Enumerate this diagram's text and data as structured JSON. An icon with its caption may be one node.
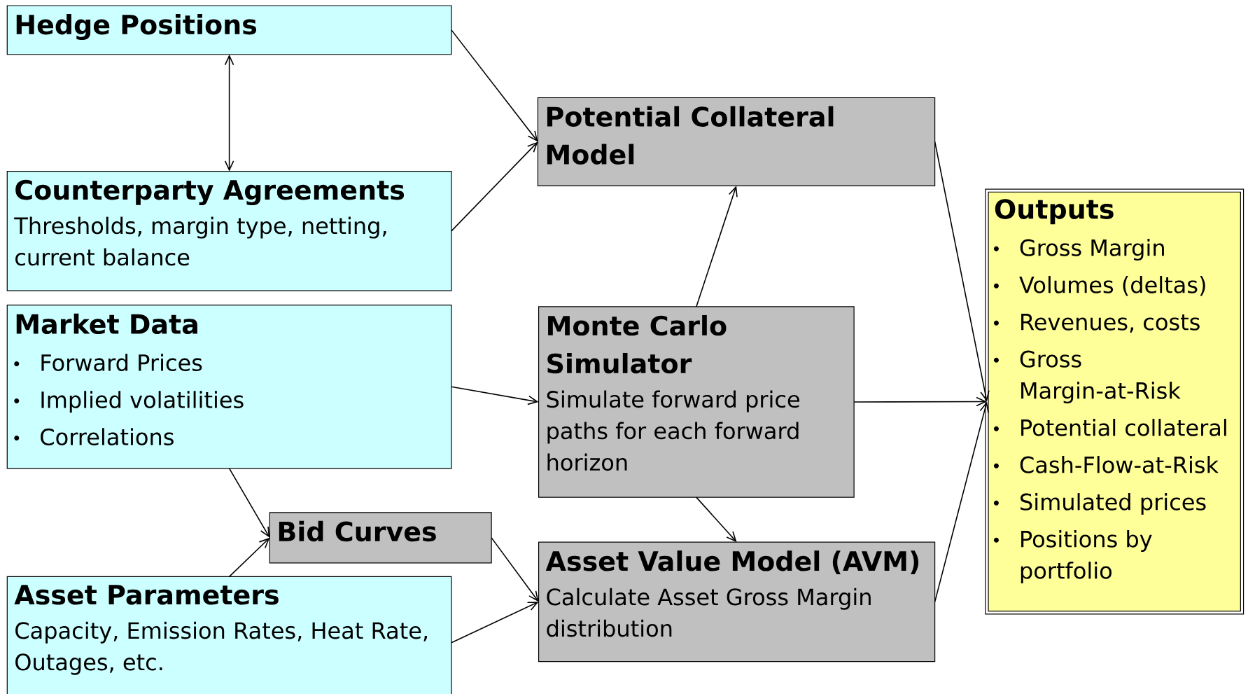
{
  "diagram": {
    "nodes": [
      {
        "text": [
          "Hedge Positions"
        ]
      },
      {
        "text": [
          "Counterparty Agreements",
          "Thresholds, margin type, netting, current balance"
        ]
      },
      {
        "text": [
          "Market Data",
          "Forward Prices",
          "Implied volatilities",
          "Correlations"
        ]
      },
      {
        "text": [
          "Bid Curves"
        ]
      },
      {
        "text": [
          "Asset Parameters",
          "Capacity, Emission Rates, Heat Rate, Outages, etc."
        ]
      },
      {
        "text": [
          "Potential Collateral Model"
        ]
      },
      {
        "text": [
          "Monte Carlo Simulator",
          "Simulate forward price paths for each forward horizon"
        ]
      },
      {
        "text": [
          "Asset Value Model (AVM)",
          "Calculate Asset Gross Margin distribution"
        ]
      },
      {
        "text": [
          "Outputs",
          "Gross Margin",
          "Volumes (deltas)",
          "Revenues, costs",
          "Gross Margin-at-Risk",
          "Potential collateral",
          "Cash-Flow-at-Risk",
          "Simulated prices",
          "Positions by portfolio"
        ]
      }
    ],
    "edges": [
      {
        "from": 0,
        "to": 1,
        "arrow": "both"
      },
      {
        "from": 0,
        "to": 5,
        "arrow": "to"
      },
      {
        "from": 1,
        "to": 5,
        "arrow": "to"
      },
      {
        "from": 2,
        "to": 6,
        "arrow": "to"
      },
      {
        "from": 2,
        "to": 3,
        "arrow": "to"
      },
      {
        "from": 4,
        "to": 3,
        "arrow": "to"
      },
      {
        "from": 6,
        "to": 5,
        "arrow": "to"
      },
      {
        "from": 6,
        "to": 7,
        "arrow": "to"
      },
      {
        "from": 3,
        "to": 7,
        "arrow": "to"
      },
      {
        "from": 4,
        "to": 7,
        "arrow": "to"
      },
      {
        "from": 5,
        "to": 8,
        "arrow": "to"
      },
      {
        "from": 6,
        "to": 8,
        "arrow": "to"
      },
      {
        "from": 7,
        "to": 8,
        "arrow": "to"
      }
    ]
  }
}
